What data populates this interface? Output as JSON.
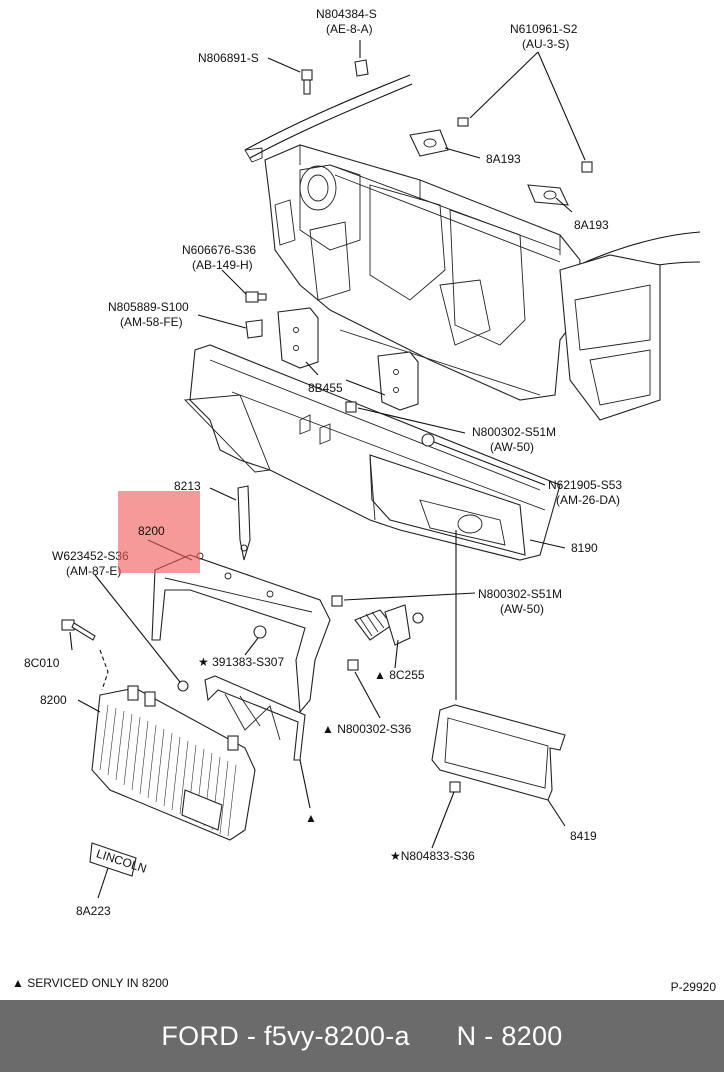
{
  "callouts": {
    "n804384": "N804384-S",
    "n804384_sub": "(AE-8-A)",
    "n610961": "N610961-S2",
    "n610961_sub": "(AU-3-S)",
    "n806891": "N806891-S",
    "a8a193_1": "8A193",
    "a8a193_2": "8A193",
    "n606676": "N606676-S36",
    "n606676_sub": "(AB-149-H)",
    "n805889": "N805889-S100",
    "n805889_sub": "(AM-58-FE)",
    "b8b455": "8B455",
    "n800302_1": "N800302-S51M",
    "n800302_1_sub": "(AW-50)",
    "n621905": "N621905-S53",
    "n621905_sub": "(AM-26-DA)",
    "p8213": "8213",
    "p8200_hl": "8200",
    "p8190": "8190",
    "w623452": "W623452-S36",
    "w623452_sub": "(AM-87-E)",
    "n800302_2": "N800302-S51M",
    "n800302_2_sub": "(AW-50)",
    "p8c010": "8C010",
    "s391383": "★ 391383-S307",
    "p8c255": "▲ 8C255",
    "p8200": "8200",
    "n800302_3": "▲ N800302-S36",
    "p8419": "8419",
    "n804833": "★N804833-S36",
    "p8a223": "8A223",
    "badge": "LINCOLN",
    "tri_marker": "▲"
  },
  "note": "▲ SERVICED ONLY IN 8200",
  "ref_code": "P-29920",
  "footer": "FORD - f5vy-8200-a      N - 8200",
  "colors": {
    "highlight": "#f05a5a",
    "footer_bg": "#6b6b6b"
  }
}
